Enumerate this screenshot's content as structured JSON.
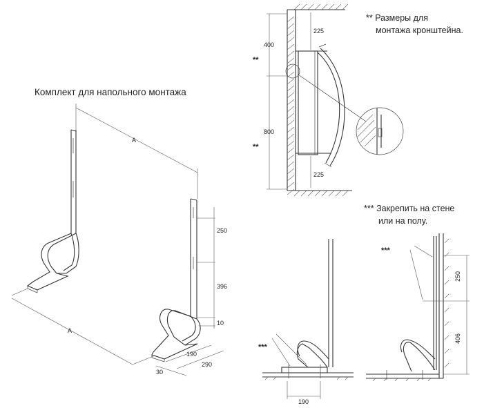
{
  "captions": {
    "floor_kit": "Комплект для напольного монтажа",
    "bracket_note_line1": "** Размеры для",
    "bracket_note_line2": "монтажа кронштейна.",
    "fix_note_line1": "*** Закрепить на стене",
    "fix_note_line2": "или на полу."
  },
  "markers": {
    "double_star": "**",
    "triple_star": "***"
  },
  "dimensions": {
    "A_top": "A",
    "A_bottom": "A",
    "d250": "250",
    "d396": "396",
    "d10": "10",
    "d190": "190",
    "d290": "290",
    "d30": "30",
    "wall_225_top": "225",
    "wall_400": "400",
    "wall_800": "800",
    "wall_225_bottom": "225",
    "floor_190": "190",
    "wall_250": "250",
    "wall_406": "406"
  }
}
